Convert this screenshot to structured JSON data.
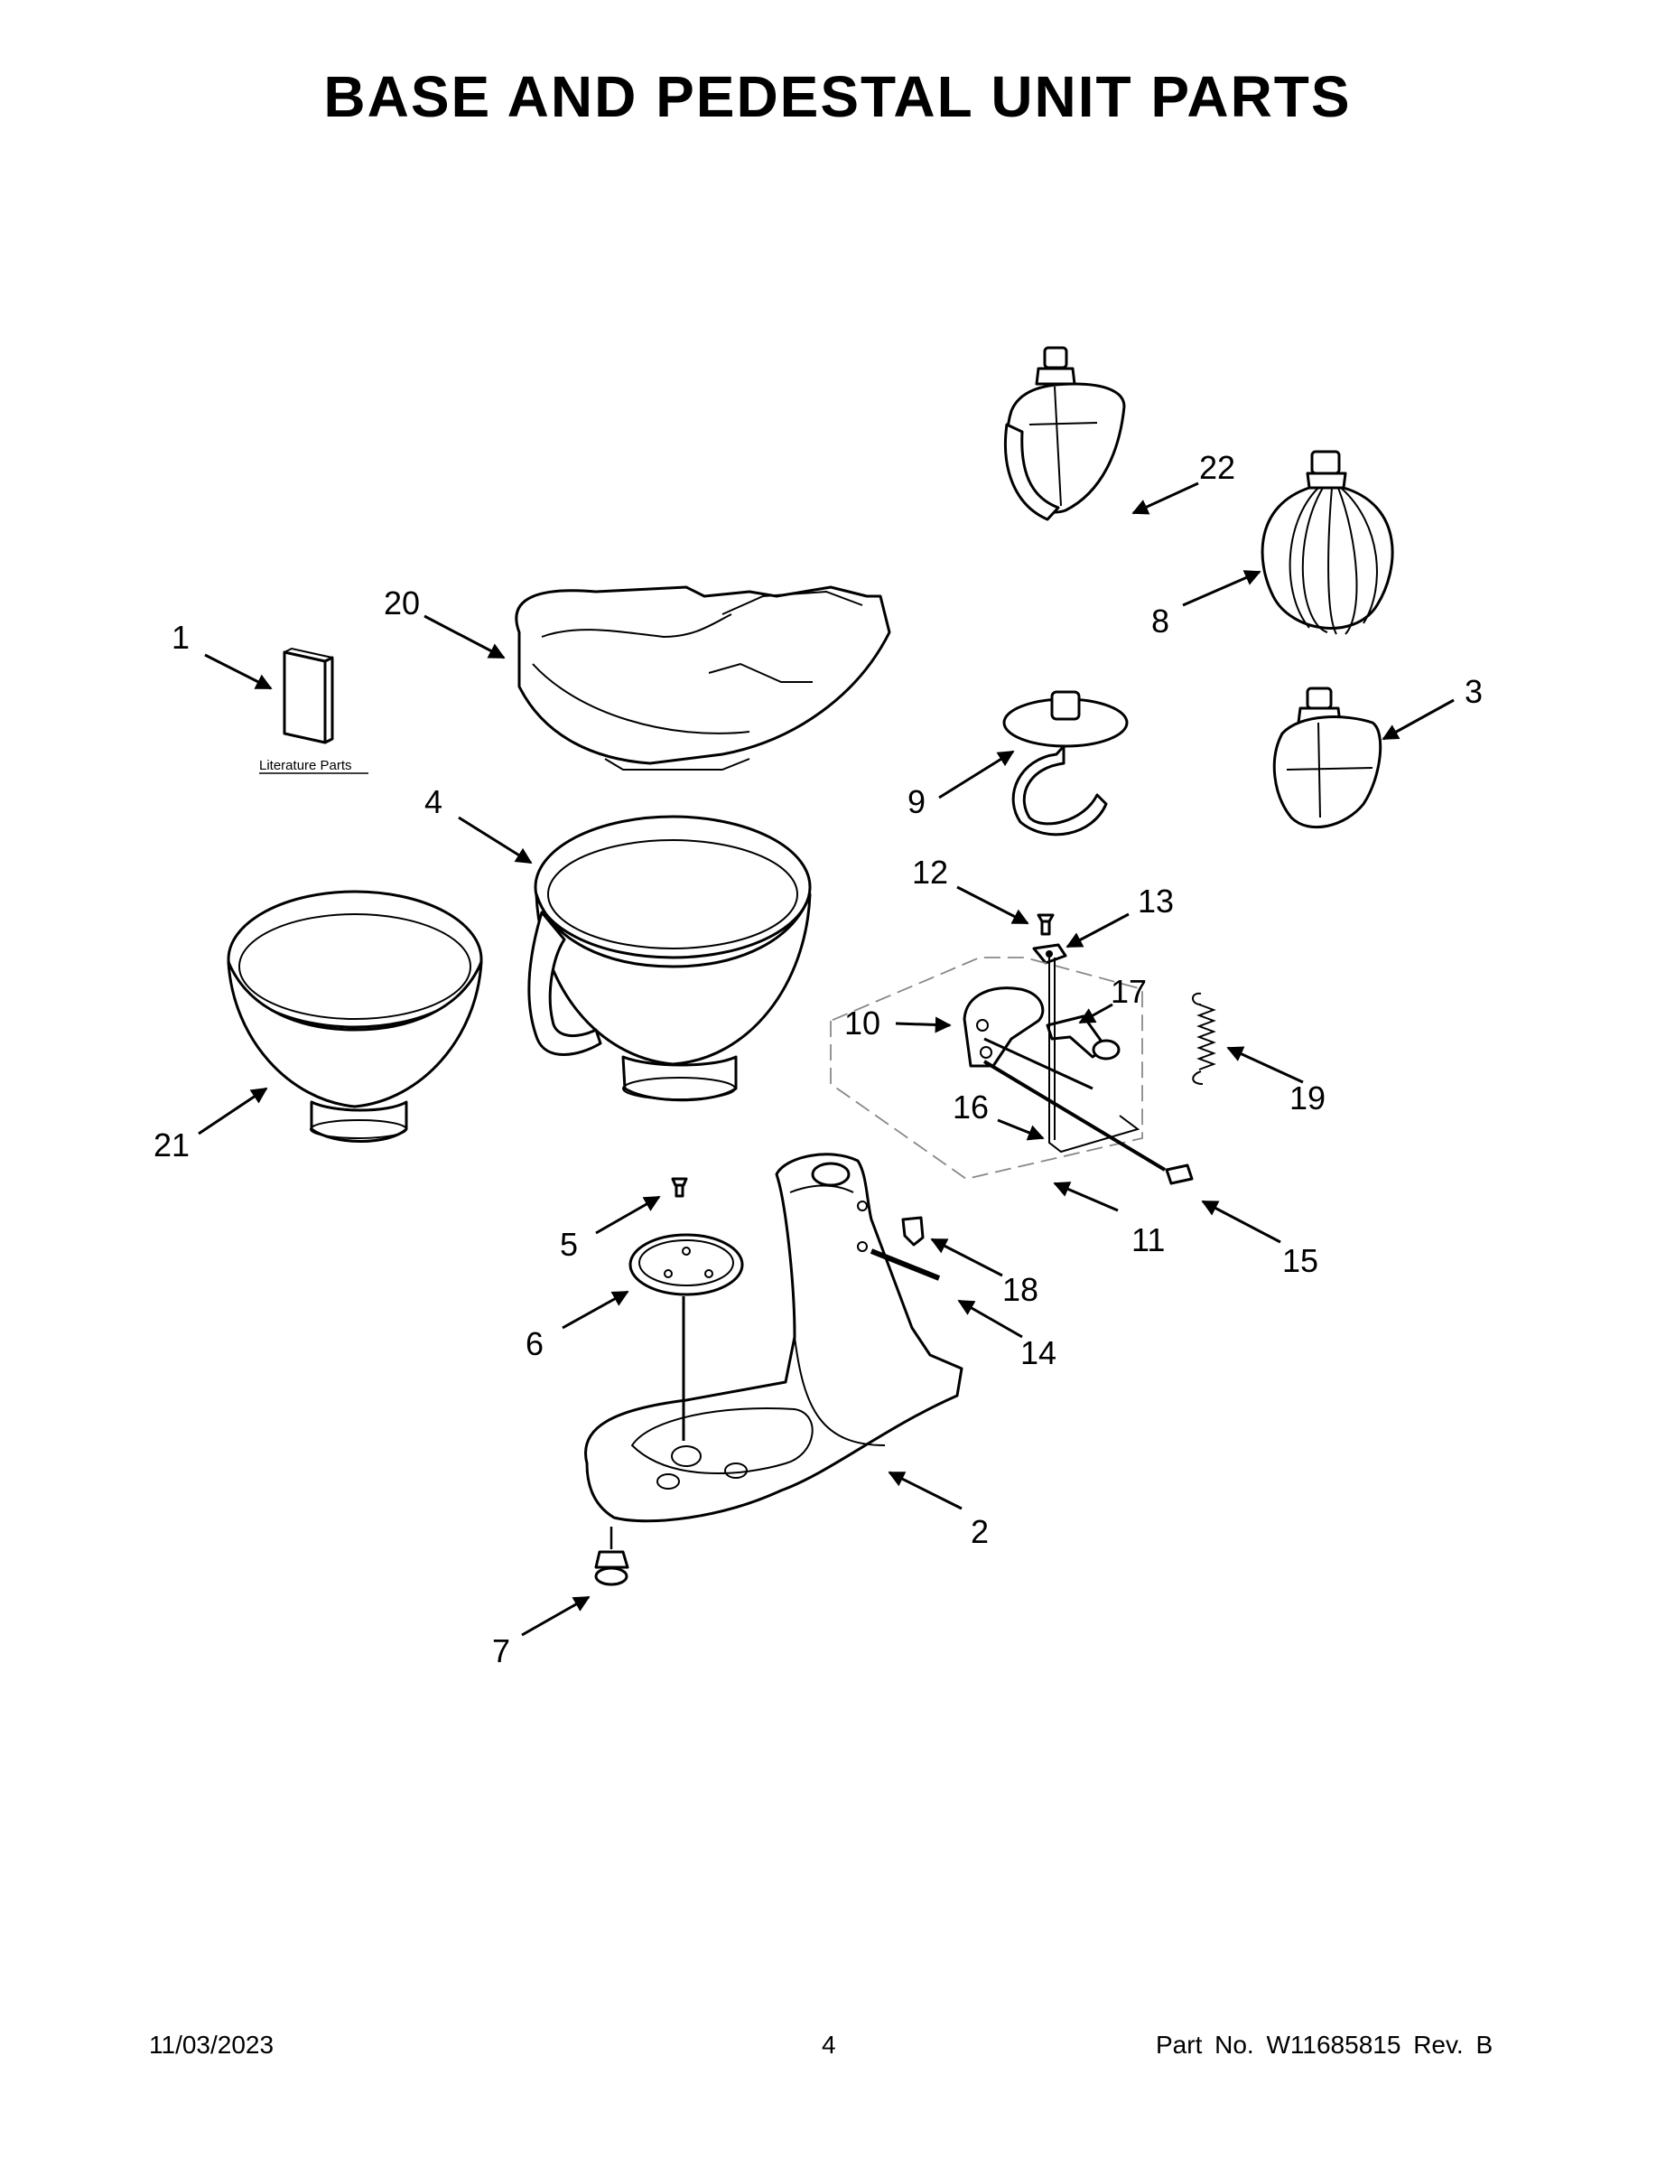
{
  "title": "BASE AND PEDESTAL UNIT PARTS",
  "literature_label": "Literature Parts",
  "callouts": {
    "c1": "1",
    "c2": "2",
    "c3": "3",
    "c4": "4",
    "c5": "5",
    "c6": "6",
    "c7": "7",
    "c8": "8",
    "c9": "9",
    "c10": "10",
    "c11": "11",
    "c12": "12",
    "c13": "13",
    "c14": "14",
    "c15": "15",
    "c16": "16",
    "c17": "17",
    "c18": "18",
    "c19": "19",
    "c20": "20",
    "c21": "21",
    "c22": "22"
  },
  "footer": {
    "date": "11/03/2023",
    "page": "4",
    "part_no": "Part No.  W11685815  Rev.  B"
  }
}
